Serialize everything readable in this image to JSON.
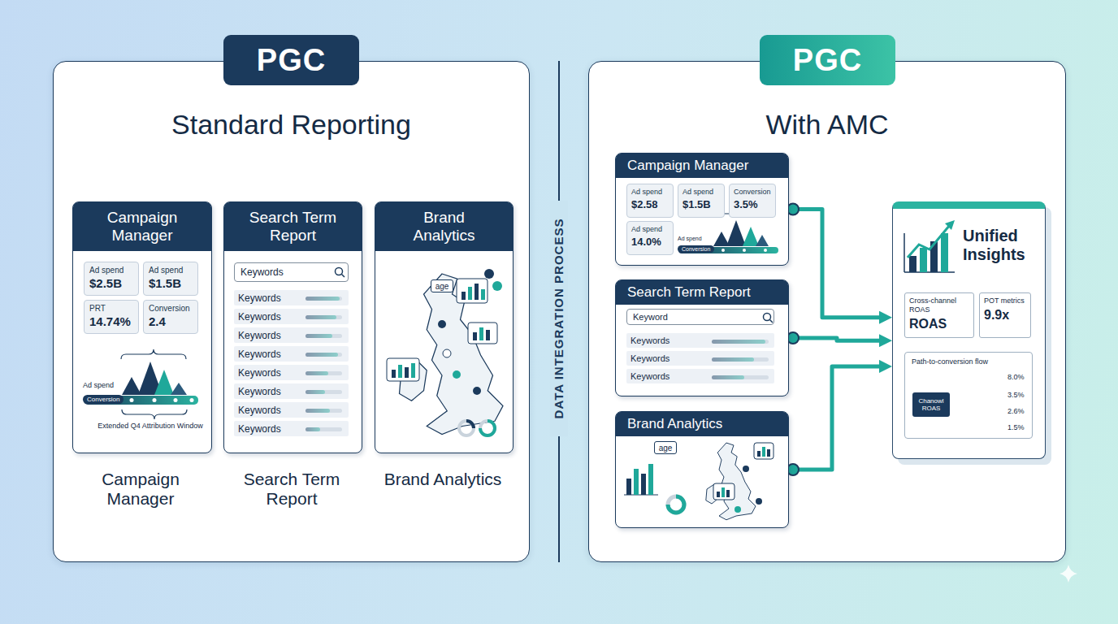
{
  "diagram": {
    "nodes": [
      {
        "text": [
          "PGC"
        ]
      },
      {
        "text": [
          "Standard Reporting"
        ]
      },
      {
        "text": [
          "Campaign Manager"
        ],
        "in": 1
      },
      {
        "text": [
          "Ad spend",
          "$2.5B"
        ],
        "in": 2
      },
      {
        "text": [
          "Ad spend",
          "$1.5B"
        ],
        "in": 2
      },
      {
        "text": [
          "PRT",
          "14.74%"
        ],
        "in": 2
      },
      {
        "text": [
          "Conversion",
          "2.4"
        ],
        "in": 2
      },
      {
        "text": [
          "Search Term Report"
        ],
        "in": 1
      },
      {
        "text": [
          "Keywords"
        ],
        "in": 7
      },
      {
        "text": [
          "Keywords"
        ],
        "in": 7
      },
      {
        "text": [
          "Keywords"
        ],
        "in": 7
      },
      {
        "text": [
          "Keywords"
        ],
        "in": 7
      },
      {
        "text": [
          "Keywords"
        ],
        "in": 7
      },
      {
        "text": [
          "Keywords"
        ],
        "in": 7
      },
      {
        "text": [
          "Keywords"
        ],
        "in": 7
      },
      {
        "text": [
          "Keywords"
        ],
        "in": 7
      },
      {
        "text": [
          "Keywords"
        ],
        "in": 7
      },
      {
        "text": [
          "Brand Analytics"
        ],
        "in": 1
      },
      {
        "text": [
          "age"
        ],
        "in": 17
      },
      {
        "text": [
          "PGC"
        ]
      },
      {
        "text": [
          "With AMC"
        ]
      },
      {
        "text": [
          "Campaign Manager"
        ],
        "in": 20
      },
      {
        "text": [
          "Ad spend",
          "$2.58"
        ],
        "in": 21
      },
      {
        "text": [
          "Ad spend",
          "$1.5B"
        ],
        "in": 21
      },
      {
        "text": [
          "Conversion",
          "3.5%"
        ],
        "in": 21
      },
      {
        "text": [
          "Ad spend",
          "14.0%"
        ],
        "in": 21
      },
      {
        "text": [
          "Search Term Report"
        ],
        "in": 20
      },
      {
        "text": [
          "Keyword"
        ],
        "in": 26
      },
      {
        "text": [
          "Keywords"
        ],
        "in": 26
      },
      {
        "text": [
          "Keywords"
        ],
        "in": 26
      },
      {
        "text": [
          "Keywords"
        ],
        "in": 26
      },
      {
        "text": [
          "Brand Analytics"
        ],
        "in": 20
      },
      {
        "text": [
          "age"
        ],
        "in": 31
      },
      {
        "text": [
          "Unified Insights"
        ],
        "in": 20
      },
      {
        "text": [
          "Cross-channel ROAS",
          "ROAS"
        ],
        "in": 33
      },
      {
        "text": [
          "POT metrics",
          "9.9x"
        ],
        "in": 33
      },
      {
        "text": [
          "Path-to-conversion flow"
        ],
        "in": 33
      },
      {
        "text": [
          "Chanowl ROAS"
        ],
        "in": 36
      }
    ],
    "edges": [
      {
        "from": 21,
        "to": 33,
        "arrow": "to"
      },
      {
        "from": 26,
        "to": 33,
        "arrow": "to"
      },
      {
        "from": 31,
        "to": 33,
        "arrow": "to"
      }
    ],
    "labels": [
      "Ad spend",
      "Conversion",
      "Extended Q4 Attribution Window",
      "Campaign Manager",
      "Search Term Report",
      "Brand Analytics",
      "DATA INTEGRATION PROCESS",
      "Ad spend",
      "Conversion",
      "8.0%",
      "3.5%",
      "2.6%",
      "1.5%"
    ]
  }
}
